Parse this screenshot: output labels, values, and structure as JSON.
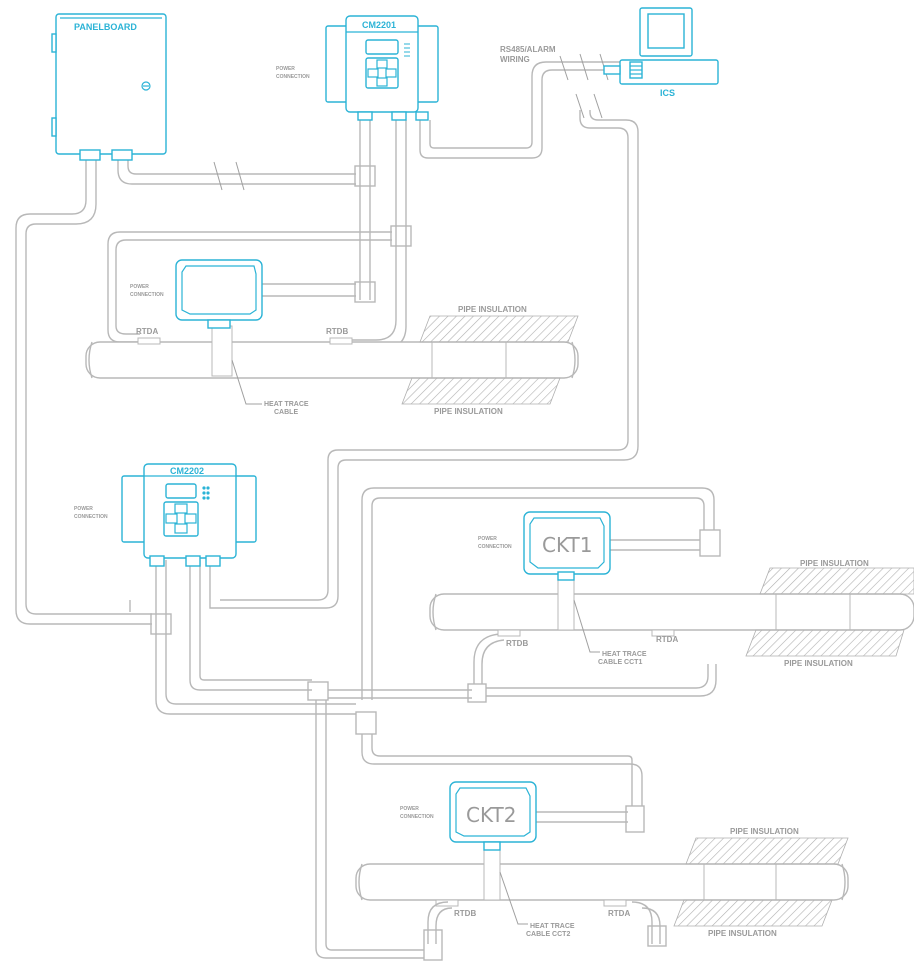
{
  "labels": {
    "panelboard": "PANELBOARD",
    "cm2201": "CM2201",
    "cm2202": "CM2202",
    "ics": "ICS",
    "rs485": "RS485/ALARM",
    "wiring": "WIRING",
    "power": "POWER",
    "connection": "CONNECTION",
    "rtda": "RTDA",
    "rtdb": "RTDB",
    "pipe_insulation": "PIPE INSULATION",
    "heat_trace": "HEAT TRACE",
    "cable": "CABLE",
    "cable_cct1": "CABLE CCT1",
    "cable_cct2": "CABLE CCT2",
    "ckt1": "CKT1",
    "ckt2": "CKT2"
  },
  "colors": {
    "equipment": "#2bb3d6",
    "conduit": "#b8b8b8",
    "text": "#9a9a9a"
  }
}
